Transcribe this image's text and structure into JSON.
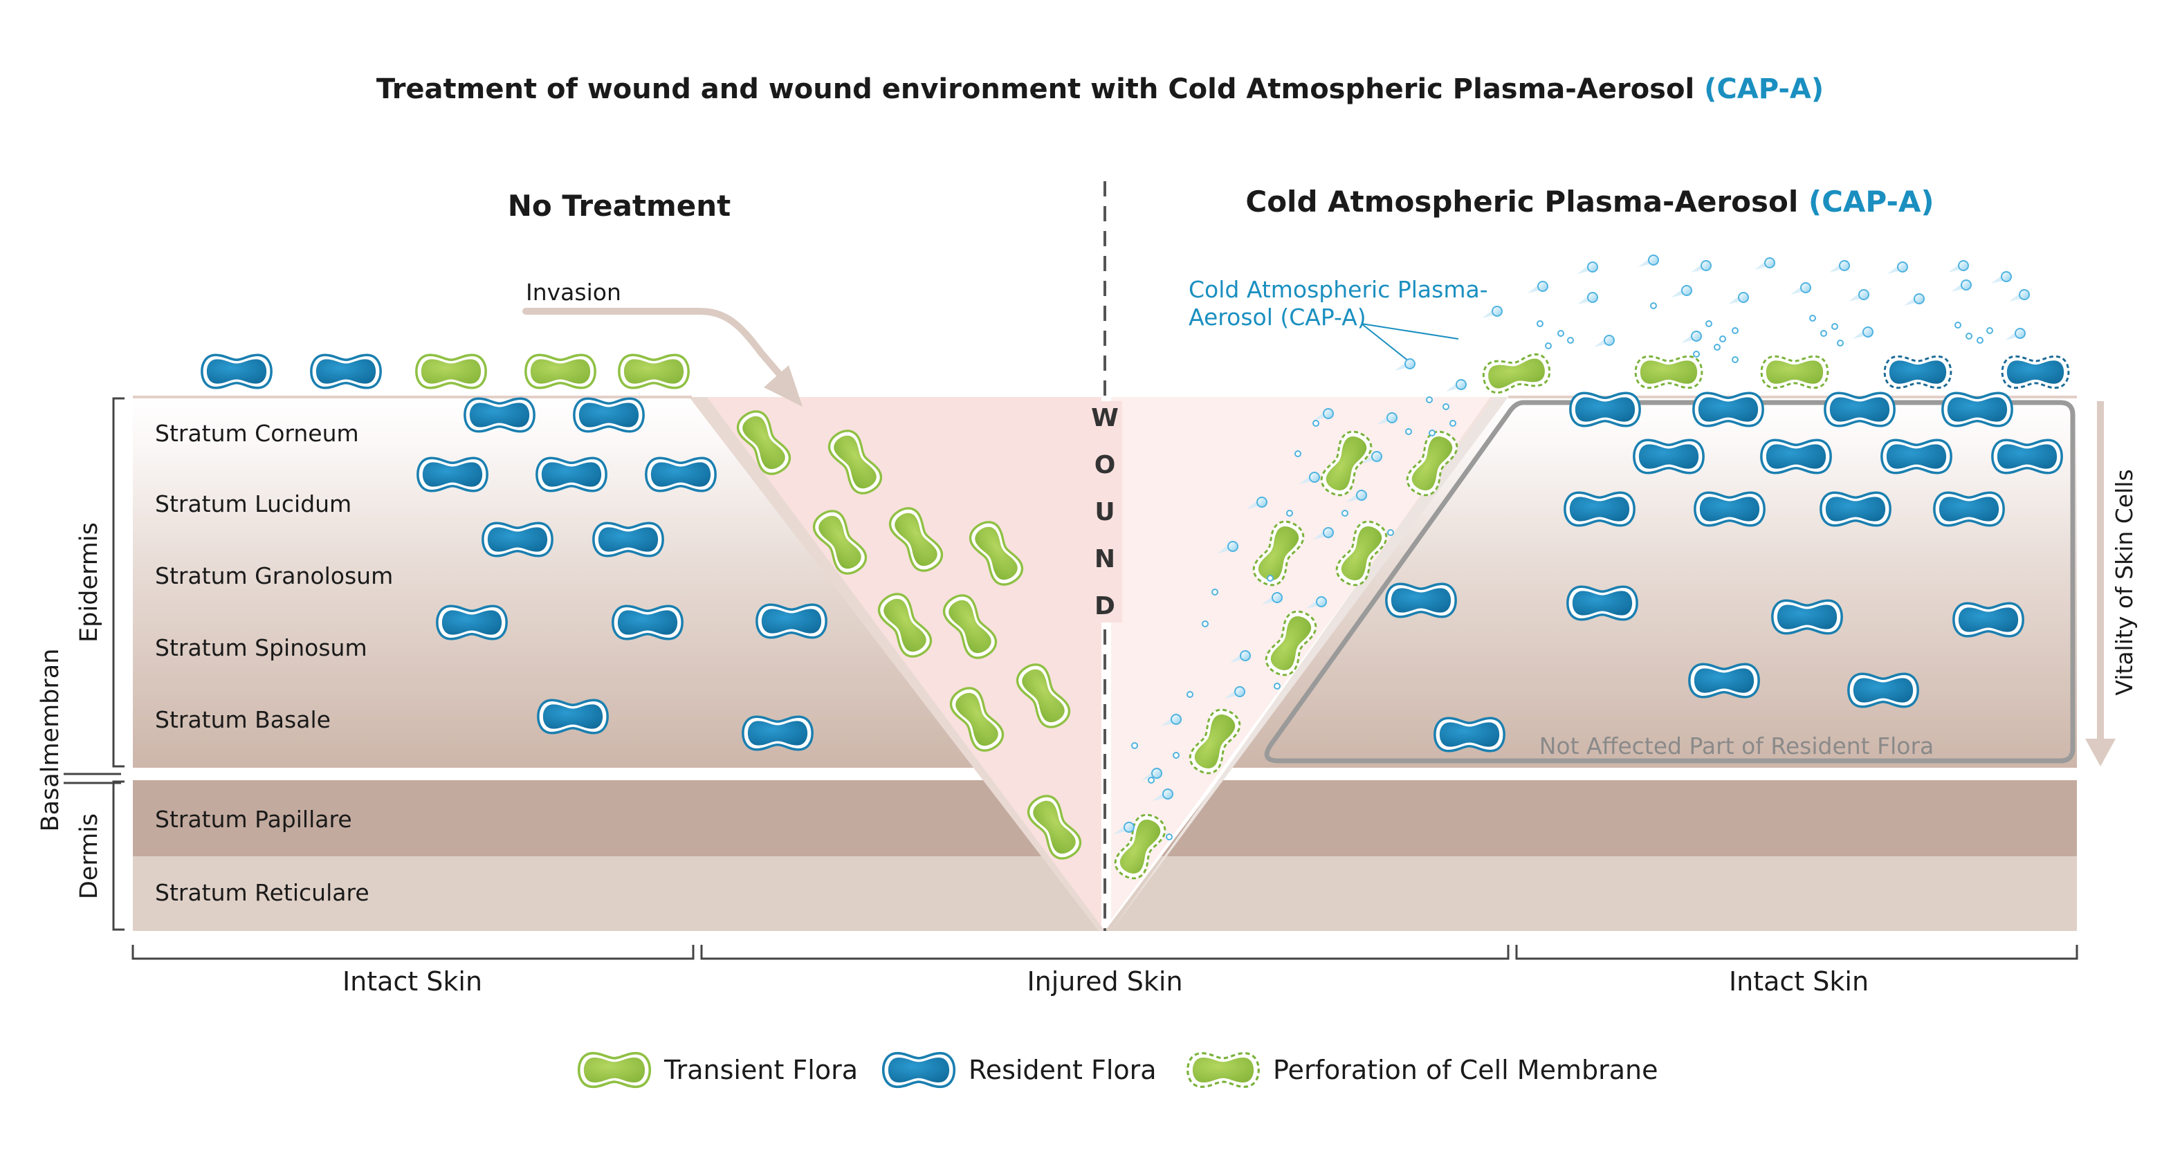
{
  "title": {
    "main": "Treatment of wound and wound environment with Cold Atmospheric Plasma-Aerosol",
    "accent": "(CAP-A)"
  },
  "panels": {
    "left": {
      "heading": "No Treatment",
      "invasion_label": "Invasion"
    },
    "right": {
      "heading_main": "Cold Atmospheric Plasma-Aerosol",
      "heading_accent": "(CAP-A)",
      "cap_label_line1": "Cold Atmospheric Plasma-",
      "cap_label_line2": "Aerosol (CAP-A)",
      "not_affected_label": "Not Affected Part of Resident Flora",
      "vitality_label": "Vitality of Skin Cells"
    }
  },
  "wound_label": [
    "W",
    "O",
    "U",
    "N",
    "D"
  ],
  "layers": [
    "Stratum Corneum",
    "Stratum Lucidum",
    "Stratum Granolosum",
    "Stratum Spinosum",
    "Stratum Basale",
    "Stratum Papillare",
    "Stratum Reticulare"
  ],
  "brackets": {
    "epidermis": "Epidermis",
    "basalmembran": "Basalmembran",
    "dermis": "Dermis"
  },
  "regions": {
    "left": "Intact Skin",
    "middle": "Injured Skin",
    "right": "Intact Skin"
  },
  "legend": {
    "transient": "Transient Flora",
    "resident": "Resident Flora",
    "perforated": "Perforation of Cell Membrane"
  },
  "colors": {
    "accent_blue": "#1a8fc0",
    "resident_fill": "#1a7fb0",
    "transient_fill": "#9dc84a",
    "transient_outline": "#7ab23a",
    "wound_pink": "#f9e1df",
    "dermis_dark": "#c3aa9e",
    "dermis_light": "#dfd0c7",
    "outline_gray": "#8c8c8c"
  }
}
